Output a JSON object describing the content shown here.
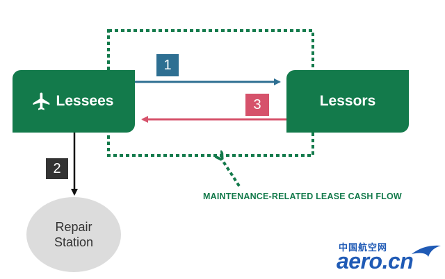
{
  "nodes": {
    "lessees": {
      "label": "Lessees",
      "icon": "airplane-icon"
    },
    "lessors": {
      "label": "Lessors"
    },
    "repair_station": {
      "line1": "Repair",
      "line2": "Station"
    }
  },
  "steps": {
    "step1": {
      "label": "1",
      "color": "#2e6f92"
    },
    "step2": {
      "label": "2",
      "color": "#333333"
    },
    "step3": {
      "label": "3",
      "color": "#d6526b"
    }
  },
  "boundary": {
    "caption": "MAINTENANCE-RELATED LEASE CASH FLOW",
    "color": "#137a4b"
  },
  "watermark": {
    "chinese": "中国航空网",
    "logo_text": "aero.cn",
    "color": "#1f5ab5"
  },
  "colors": {
    "box_green": "#137a4b",
    "repair_gray": "#dcdcdc"
  }
}
